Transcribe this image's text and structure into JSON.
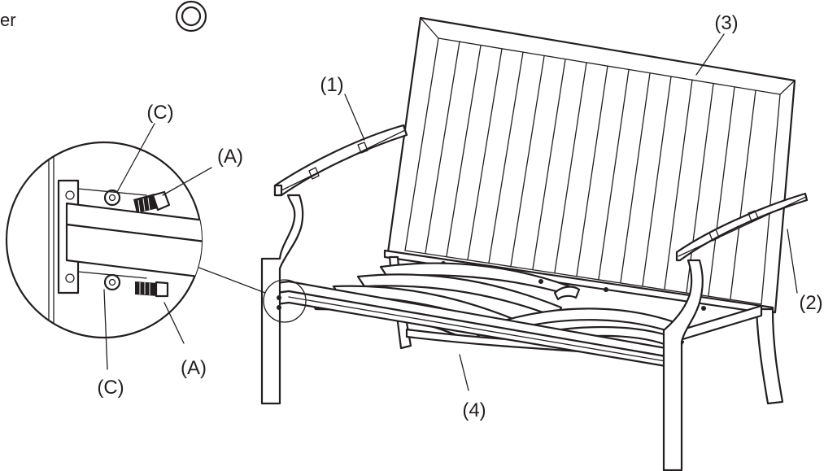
{
  "corner_text": "er",
  "labels": {
    "part_1": "(1)",
    "part_2": "(2)",
    "part_3": "(3)",
    "part_4": "(4)",
    "hw_c_top": "(C)",
    "hw_a_top": "(A)",
    "hw_a_bottom": "(A)",
    "hw_c_bottom": "(C)"
  },
  "icons": {
    "corner_symbol": "double-circle-icon"
  },
  "colors": {
    "ink": "#231f20",
    "paper": "#ffffff"
  }
}
